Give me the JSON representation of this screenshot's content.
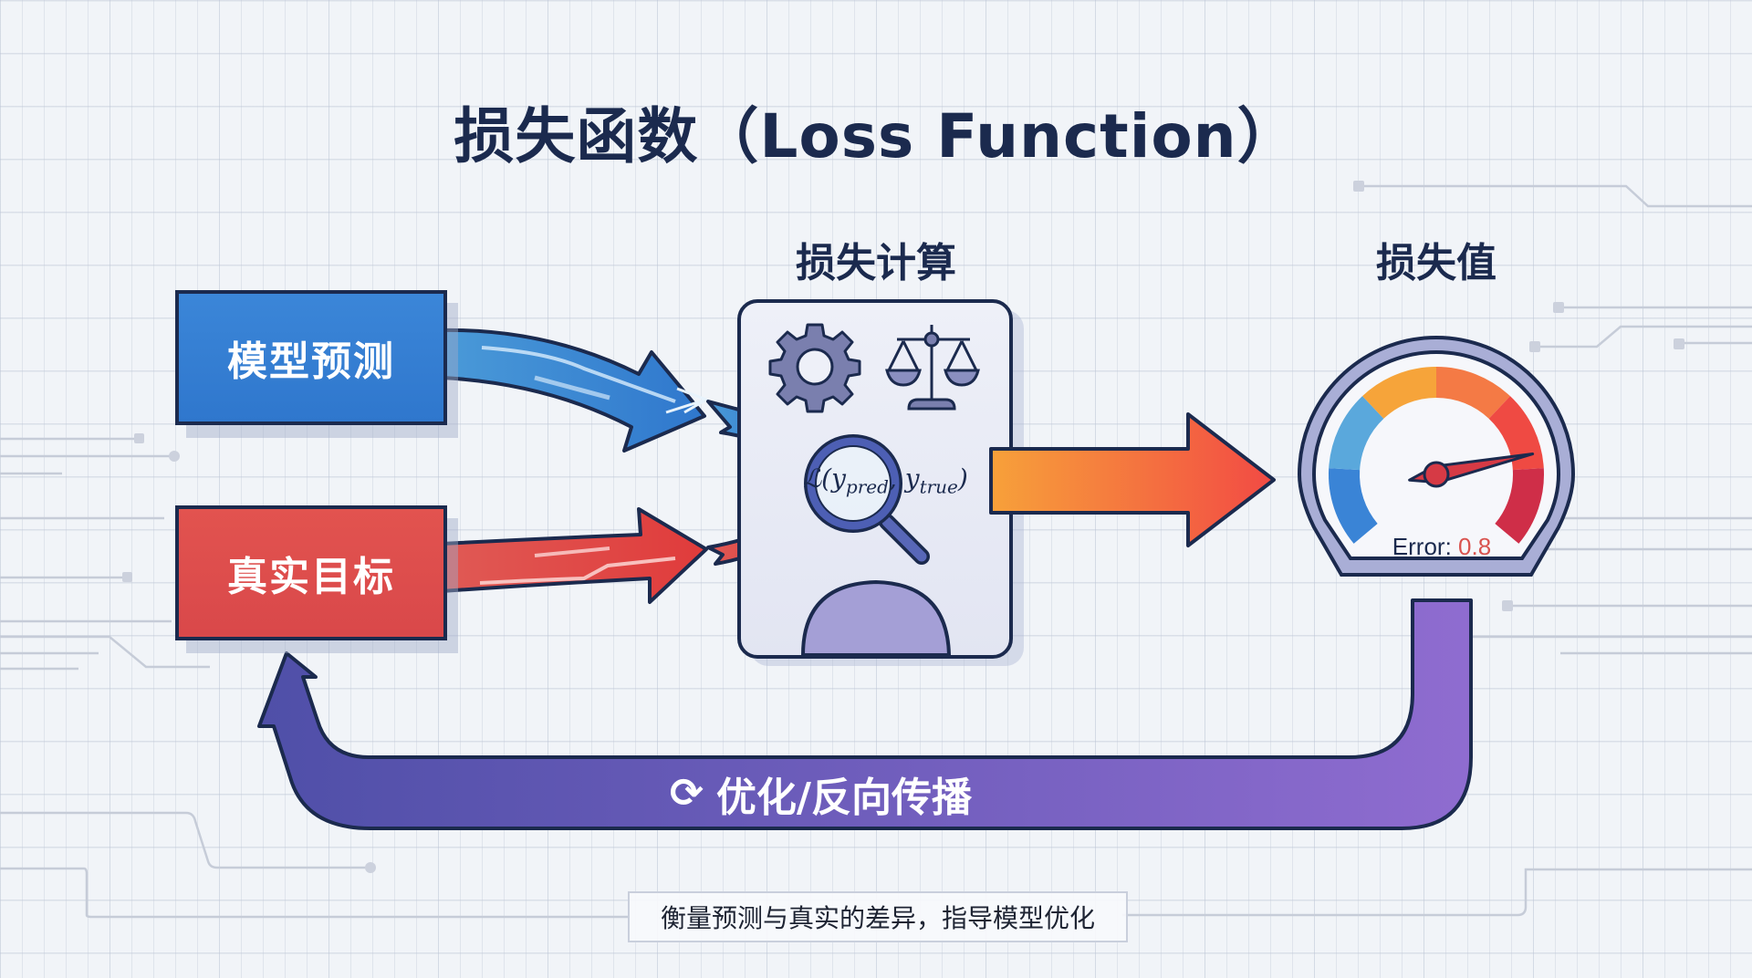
{
  "title": "损失函数（Loss Function）",
  "stages": {
    "calc_label": "损失计算",
    "value_label": "损失值"
  },
  "inputs": {
    "prediction": "模型预测",
    "target": "真实目标"
  },
  "formula": {
    "symbol": "ℒ(",
    "pred": "y",
    "pred_sub": "pred",
    "sep": ", ",
    "true": "y",
    "true_sub": "true",
    "close": ")"
  },
  "calc_icons": [
    "gear-icon",
    "balance-scale-icon",
    "magnifier-icon"
  ],
  "gauge": {
    "label": "Error: ",
    "value": "0.8",
    "needle_fraction": 0.8,
    "segment_colors": [
      "#3a84d6",
      "#5aa8dc",
      "#f6a43a",
      "#f47a45",
      "#ef4a43",
      "#cf2e48"
    ]
  },
  "feedback": {
    "icon": "refresh-icon",
    "label": "优化/反向传播"
  },
  "caption": "衡量预测与真实的差异，指导模型优化",
  "colors": {
    "outline": "#1b2a4e",
    "prediction": "#3080d4",
    "target": "#e04c4c",
    "loop_start": "#4f4fa8",
    "loop_end": "#8f6cd0",
    "output_start": "#f7a13a",
    "output_end": "#f24a44"
  }
}
